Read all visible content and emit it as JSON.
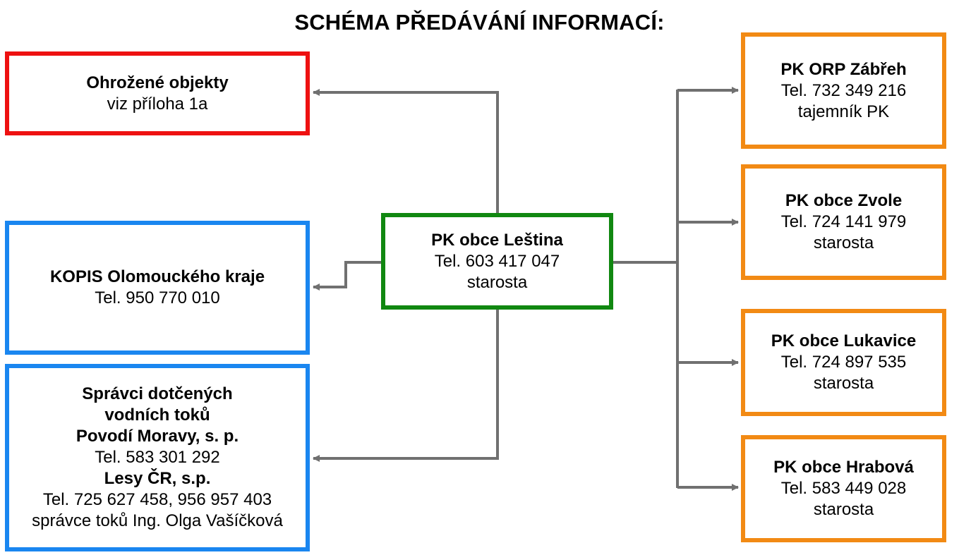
{
  "title": "SCHÉMA PŘEDÁVÁNÍ INFORMACÍ:",
  "colors": {
    "red": "#ee1111",
    "blue": "#1a86f0",
    "green": "#118811",
    "orange": "#f28a14",
    "connector": "#707070"
  },
  "center": {
    "name": "PK obce Leština",
    "phone": "Tel. 603 417 047",
    "role": "starosta"
  },
  "left": {
    "threatened": {
      "name": "Ohrožené objekty",
      "note": "viz příloha 1a"
    },
    "kopis": {
      "name": "KOPIS Olomouckého kraje",
      "phone": "Tel. 950 770 010"
    },
    "water": {
      "heading_line1": "Správci dotčených",
      "heading_line2": "vodních toků",
      "org1": "Povodí Moravy, s. p.",
      "org1_phone": "Tel. 583 301 292",
      "org2": "Lesy ČR, s.p.",
      "org2_phone": "Tel. 725 627 458, 956 957 403",
      "org2_contact": "správce toků Ing. Olga Vašíčková"
    }
  },
  "right": [
    {
      "name": "PK ORP Zábřeh",
      "phone": "Tel. 732 349 216",
      "role": "tajemník PK"
    },
    {
      "name": "PK obce Zvole",
      "phone": "Tel. 724 141 979",
      "role": "starosta"
    },
    {
      "name": "PK obce Lukavice",
      "phone": "Tel. 724 897 535",
      "role": "starosta"
    },
    {
      "name": "PK obce Hrabová",
      "phone": "Tel. 583 449 028",
      "role": "starosta"
    }
  ]
}
